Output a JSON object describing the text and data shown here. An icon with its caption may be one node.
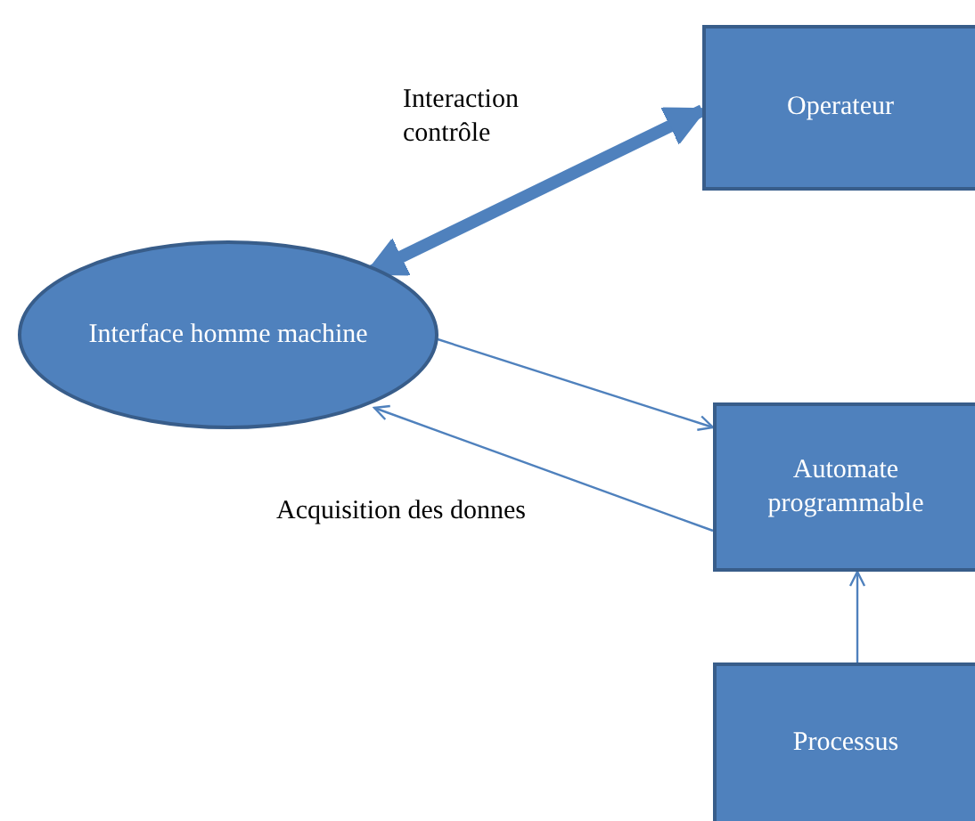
{
  "diagram": {
    "nodes": [
      {
        "text": [
          "Operateur"
        ]
      },
      {
        "text": [
          "Interface homme machine"
        ]
      },
      {
        "text": [
          "Automate programmable"
        ]
      },
      {
        "text": [
          "Processus"
        ]
      }
    ],
    "edges": [
      {
        "from": 0,
        "to": 1,
        "arrow": "both",
        "style": "thick",
        "label": "Interaction contrôle"
      },
      {
        "from": 1,
        "to": 2,
        "arrow": "to"
      },
      {
        "from": 2,
        "to": 1,
        "arrow": "to",
        "label": "Acquisition des donnes"
      },
      {
        "from": 3,
        "to": 2,
        "arrow": "to"
      }
    ]
  }
}
